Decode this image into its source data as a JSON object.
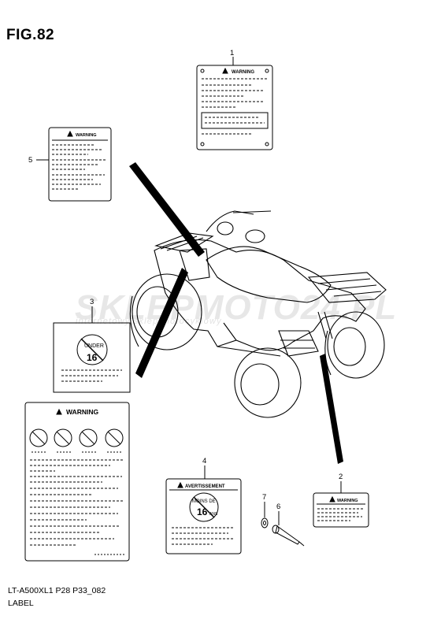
{
  "figure": {
    "title": "FIG.82",
    "model_code": "LT-A500XL1 P28 P33_082",
    "section_label": "LABEL"
  },
  "watermark": {
    "brand": "SKLEPMOTO24.PL",
    "tagline": "internetowy sklep motocyklowy"
  },
  "callouts": [
    {
      "number": "1"
    },
    {
      "number": "2"
    },
    {
      "number": "3"
    },
    {
      "number": "4"
    },
    {
      "number": "5"
    },
    {
      "number": "6"
    },
    {
      "number": "7"
    }
  ],
  "labels": {
    "label_1_heading": "WARNING",
    "label_2_heading": "WARNING",
    "label_5_heading": "WARNING",
    "label_3_sign_line1": "UNDER",
    "label_3_sign_line2": "16",
    "label_3_lower_heading": "WARNING",
    "label_4_heading": "AVERTISSEMENT",
    "label_4_sign_line1": "MOINS DE",
    "label_4_sign_line2": "16",
    "label_4_sign_unit": "ANS"
  },
  "colors": {
    "line": "#000000",
    "watermark": "#e0e0e0"
  }
}
